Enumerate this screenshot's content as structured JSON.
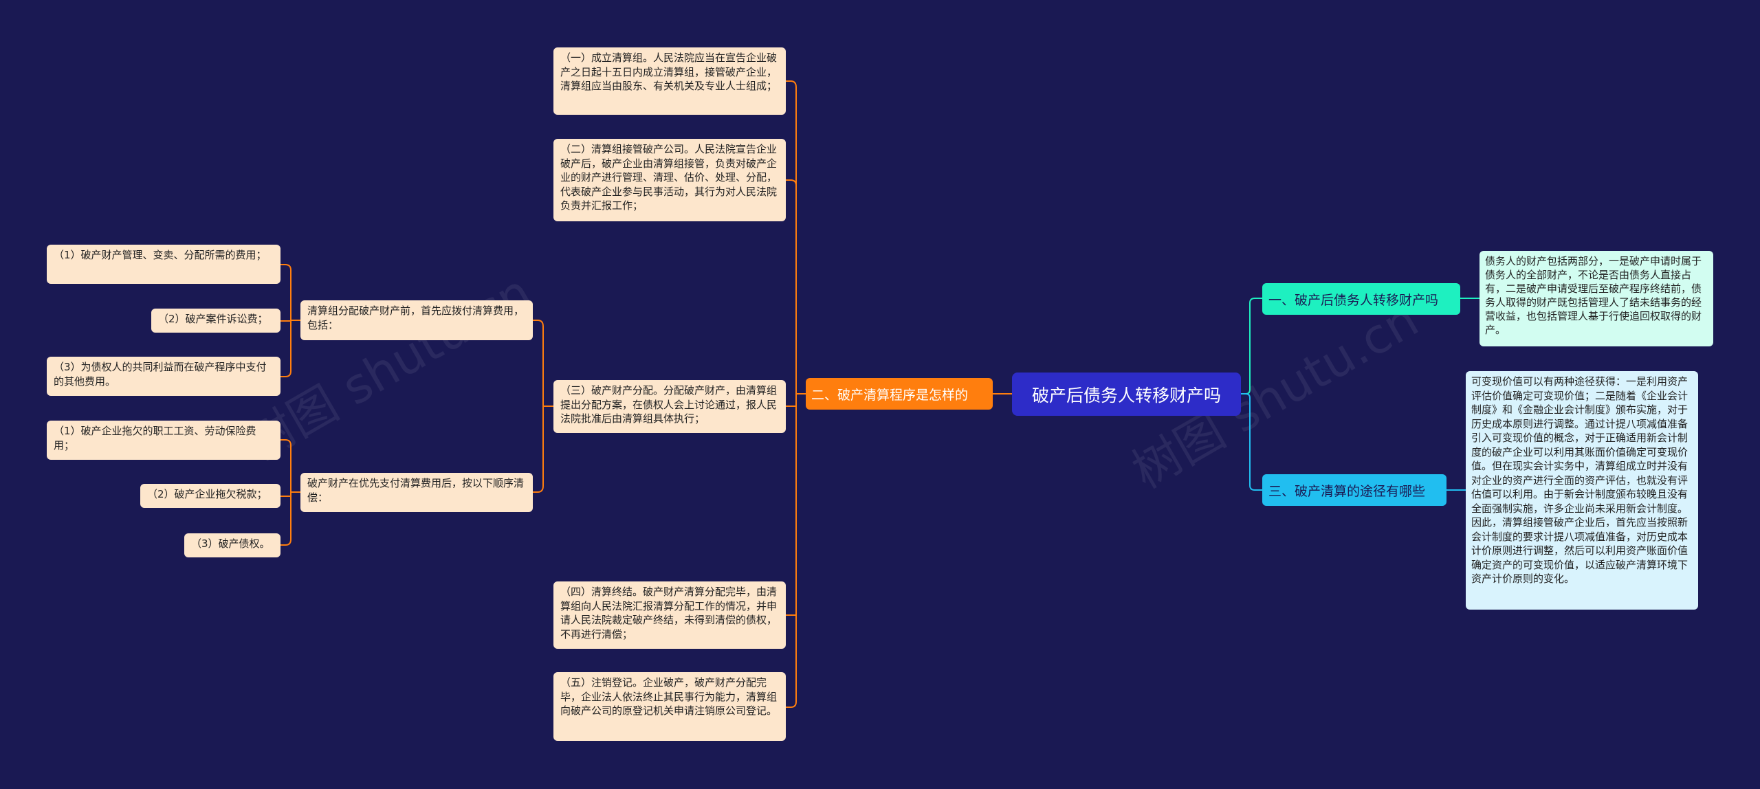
{
  "root": {
    "label": "破产后债务人转移财产吗"
  },
  "branches": [
    {
      "label": "二、破产清算程序是怎样的",
      "color": "#ff7e0e",
      "children": [
        {
          "text": "（一）成立清算组。人民法院应当在宣告企业破产之日起十五日内成立清算组，接管破产企业，清算组应当由股东、有关机关及专业人士组成；"
        },
        {
          "text": "（二）清算组接管破产公司。人民法院宣告企业破产后，破产企业由清算组接管，负责对破产企业的财产进行管理、清理、估价、处理、分配，代表破产企业参与民事活动，其行为对人民法院负责并汇报工作；"
        },
        {
          "text": "（三）破产财产分配。分配破产财产，由清算组提出分配方案，在债权人会上讨论通过，报人民法院批准后由清算组具体执行；",
          "children": [
            {
              "text": "清算组分配破产财产前，首先应拨付清算费用，包括：",
              "children": [
                {
                  "text": "（1）破产财产管理、变卖、分配所需的费用；"
                },
                {
                  "text": "（2）破产案件诉讼费；"
                },
                {
                  "text": "（3）为债权人的共同利益而在破产程序中支付的其他费用。"
                }
              ]
            },
            {
              "text": "破产财产在优先支付清算费用后，按以下顺序清偿：",
              "children": [
                {
                  "text": "（1）破产企业拖欠的职工工资、劳动保险费用；"
                },
                {
                  "text": "（2）破产企业拖欠税款；"
                },
                {
                  "text": "（3）破产债权。"
                }
              ]
            }
          ]
        },
        {
          "text": "（四）清算终结。破产财产清算分配完毕，由清算组向人民法院汇报清算分配工作的情况，并申请人民法院裁定破产终结，未得到清偿的债权，不再进行清偿；"
        },
        {
          "text": "（五）注销登记。企业破产，破产财产分配完毕，企业法人依法终止其民事行为能力，清算组向破产公司的原登记机关申请注销原公司登记。"
        }
      ]
    },
    {
      "label": "一、破产后债务人转移财产吗",
      "color": "#1ef0c0",
      "children": [
        {
          "text": "债务人的财产包括两部分，一是破产申请时属于债务人的全部财产，不论是否由债务人直接占有，二是破产申请受理后至破产程序终结前，债务人取得的财产既包括管理人了结未结事务的经营收益，也包括管理人基于行使追回权取得的财产。"
        }
      ]
    },
    {
      "label": "三、破产清算的途径有哪些",
      "color": "#21bef0",
      "children": [
        {
          "text": "可变现价值可以有两种途径获得：一是利用资产评估价值确定可变现价值；二是随着《企业会计制度》和《金融企业会计制度》颁布实施，对于历史成本原则进行调整。通过计提八项减值准备引入可变现价值的概念，对于正确适用新会计制度的破产企业可以利用其账面价值确定可变现价值。但在现实会计实务中，清算组成立时并没有对企业的资产进行全面的资产评估，也就没有评估值可以利用。由于新会计制度颁布较晚且没有全面强制实施，许多企业尚未采用新会计制度。因此，清算组接管破产企业后，首先应当按照新会计制度的要求计提八项减值准备，对历史成本计价原则进行调整，然后可以利用资产账面价值确定资产的可变现价值，以适应破产清算环境下资产计价原则的变化。"
        }
      ]
    }
  ],
  "watermark": [
    "树图 shutu.cn",
    "树图 shutu.cn"
  ]
}
